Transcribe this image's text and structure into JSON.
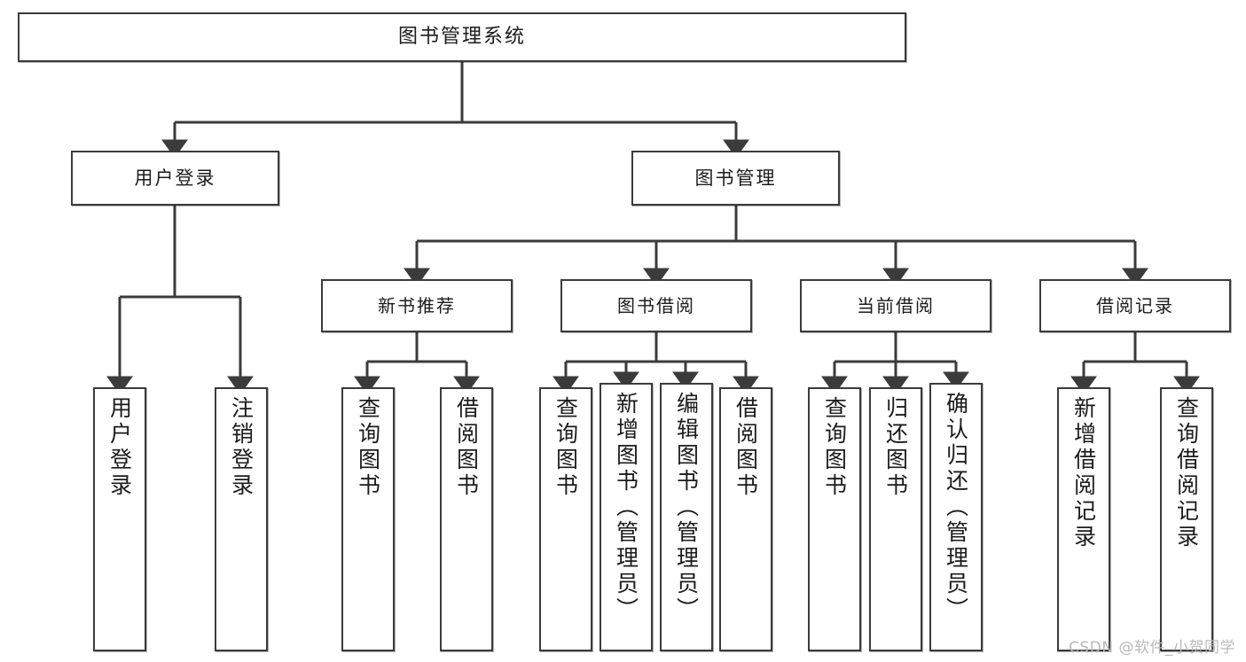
{
  "diagram": {
    "type": "tree",
    "title": "图书管理系统",
    "root": {
      "label": "图书管理系统"
    },
    "level2": [
      {
        "id": "user-login",
        "label": "用户登录"
      },
      {
        "id": "book-management",
        "label": "图书管理"
      }
    ],
    "level3": [
      {
        "id": "new-book-recommend",
        "label": "新书推荐",
        "parent": "book-management"
      },
      {
        "id": "book-borrow",
        "label": "图书借阅",
        "parent": "book-management"
      },
      {
        "id": "current-borrow",
        "label": "当前借阅",
        "parent": "book-management"
      },
      {
        "id": "borrow-record",
        "label": "借阅记录",
        "parent": "book-management"
      }
    ],
    "leaves": [
      {
        "id": "leaf-user-login",
        "label": "用户登录",
        "parent": "user-login"
      },
      {
        "id": "leaf-logout-login",
        "label": "注销登录",
        "parent": "user-login"
      },
      {
        "id": "leaf-query-book-1",
        "label": "查询图书",
        "parent": "new-book-recommend"
      },
      {
        "id": "leaf-borrow-book-1",
        "label": "借阅图书",
        "parent": "new-book-recommend"
      },
      {
        "id": "leaf-query-book-2",
        "label": "查询图书",
        "parent": "book-borrow"
      },
      {
        "id": "leaf-add-book",
        "label": "新增图书（管理员）",
        "parent": "book-borrow"
      },
      {
        "id": "leaf-edit-book",
        "label": "编辑图书（管理员）",
        "parent": "book-borrow"
      },
      {
        "id": "leaf-borrow-book-2",
        "label": "借阅图书",
        "parent": "book-borrow"
      },
      {
        "id": "leaf-query-book-3",
        "label": "查询图书",
        "parent": "current-borrow"
      },
      {
        "id": "leaf-return-book",
        "label": "归还图书",
        "parent": "current-borrow"
      },
      {
        "id": "leaf-confirm-return",
        "label": "确认归还（管理员）",
        "parent": "current-borrow"
      },
      {
        "id": "leaf-add-record",
        "label": "新增借阅记录",
        "parent": "borrow-record"
      },
      {
        "id": "leaf-query-record",
        "label": "查询借阅记录",
        "parent": "borrow-record"
      }
    ]
  },
  "watermark": {
    "text": "CSDN @软件_小贺同学"
  },
  "colors": {
    "stroke": "#3b3b3b",
    "background": "#ffffff",
    "text": "#1b1b1b",
    "watermark": "#b9b9b9"
  }
}
